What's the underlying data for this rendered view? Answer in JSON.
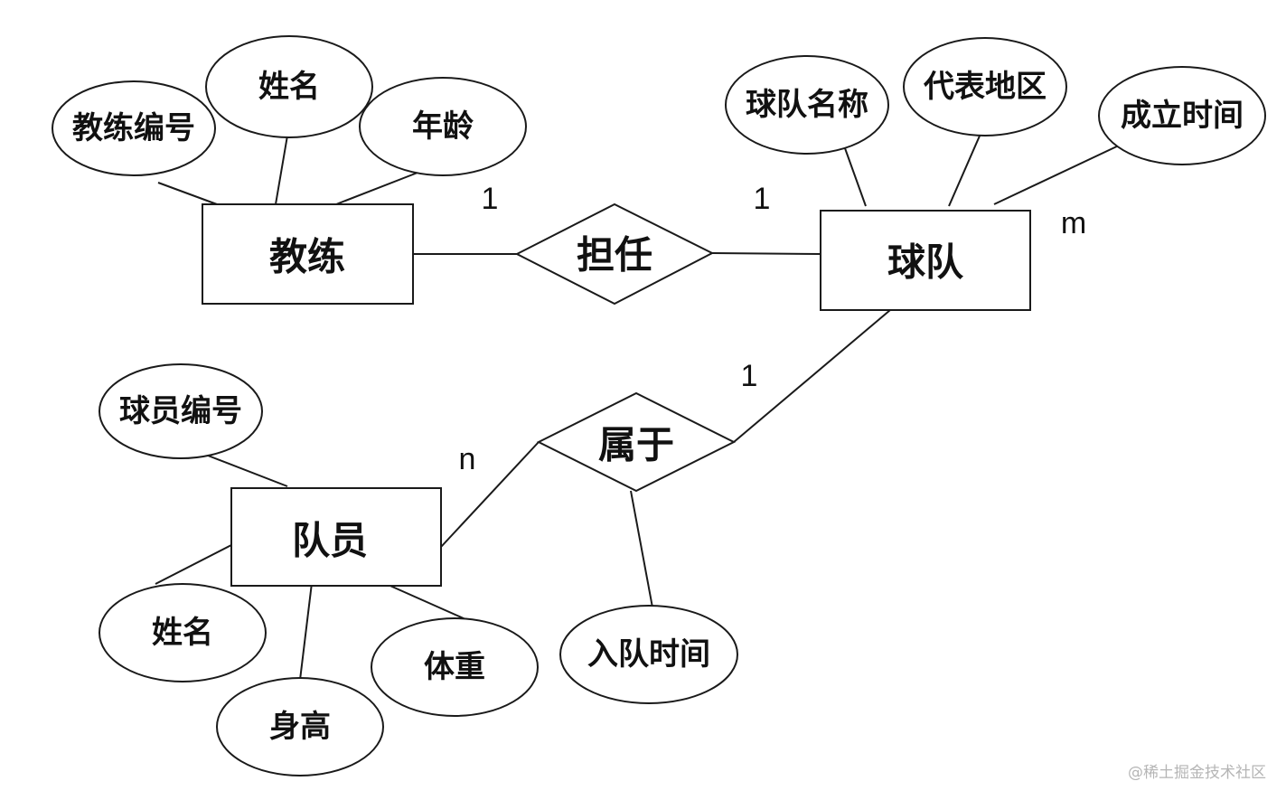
{
  "diagram": {
    "type": "er-diagram",
    "entities": {
      "coach": "教练",
      "team": "球队",
      "player": "队员"
    },
    "relationships": {
      "coaches": "担任",
      "belongs": "属于"
    },
    "attributes": {
      "coach_id": "教练编号",
      "coach_name": "姓名",
      "coach_age": "年龄",
      "team_name": "球队名称",
      "team_region": "代表地区",
      "team_founded": "成立时间",
      "player_id": "球员编号",
      "player_name": "姓名",
      "player_height": "身高",
      "player_weight": "体重",
      "join_time": "入队时间"
    },
    "cardinalities": {
      "coach_side": "1",
      "team_side_coaches": "1",
      "team_m": "m",
      "team_side_belongs": "1",
      "player_side": "n"
    }
  },
  "watermark": "@稀土掘金技术社区"
}
